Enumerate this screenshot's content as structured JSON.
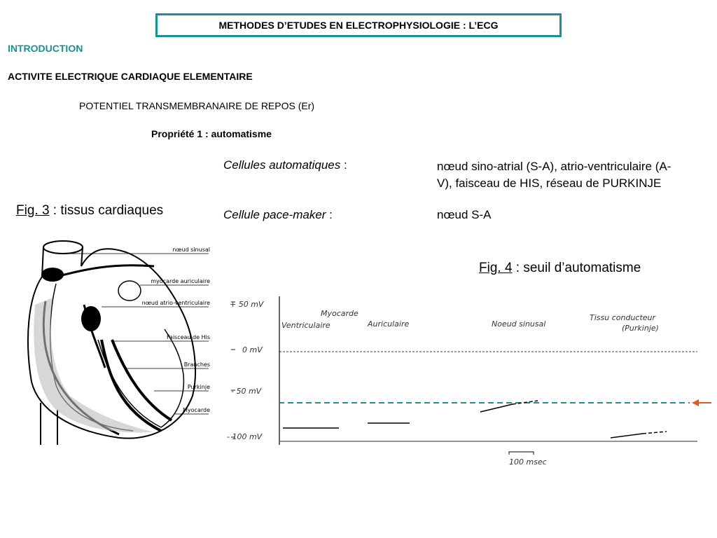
{
  "header": {
    "title": "METHODES D’ETUDES EN ELECTROPHYSIOLOGIE : L’ECG"
  },
  "intro": "INTRODUCTION",
  "section": "ACTIVITE ELECTRIQUE CARDIAQUE ELEMENTAIRE",
  "subsection": "POTENTIEL TRANSMEMBRANAIRE DE REPOS (Er)",
  "property": "Propriété 1 : automatisme",
  "cells": {
    "auto_label": "Cellules automatiques",
    "auto_sep": " :",
    "auto_value": "nœud sino-atrial (S-A), atrio-ventriculaire (A-V), faisceau de HIS, réseau de PURKINJE",
    "pacemaker_label": "Cellule pace-maker",
    "pacemaker_sep": " :",
    "pacemaker_value": "nœud S-A"
  },
  "fig3": {
    "ref": "Fig. 3",
    "caption": " : tissus cardiaques"
  },
  "fig4": {
    "ref": "Fig. 4",
    "caption": " : seuil d’automatisme"
  },
  "heart_labels": {
    "sinus": "nœud sinusal",
    "atrial": "myocarde auriculaire",
    "av": "nœud atrio-ventriculaire",
    "his": "Faisceau de His",
    "branches": "Branches",
    "purkinje": "Purkinje",
    "myocardium": "Myocarde"
  },
  "graph": {
    "y_labels": [
      "+ 50 mV",
      "0 mV",
      "- 50 mV",
      "- 100 mV"
    ],
    "myocarde": "Myocarde",
    "ventriculaire": "Ventriculaire",
    "auriculaire": "Auriculaire",
    "noeud": "Noeud sinusal",
    "tissu": "Tissu conducteur",
    "purkinje": "(Purkinje)",
    "scale": "100 msec"
  },
  "colors": {
    "teal": "#1a9090",
    "arrow": "#e85a1a"
  }
}
